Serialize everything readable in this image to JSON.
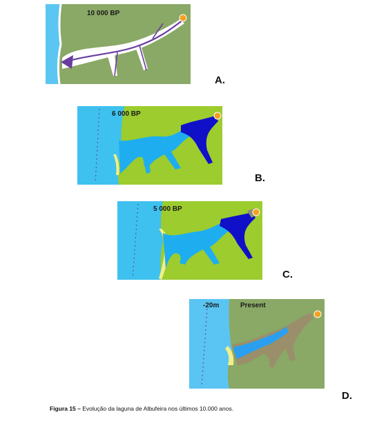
{
  "panels": [
    {
      "id": "A",
      "label": "10 000 BP",
      "letter": "A."
    },
    {
      "id": "B",
      "label": "6 000 BP",
      "letter": "B."
    },
    {
      "id": "C",
      "label": "5 000 BP",
      "letter": "C."
    },
    {
      "id": "D",
      "label": "Present",
      "depth_label": "-20m",
      "letter": "D."
    }
  ],
  "caption": {
    "prefix": "Figura 15 –",
    "text": "Evolução da laguna de Albufeira nos últimos 10.000 anos."
  },
  "colors": {
    "land_dark": "#8aa866",
    "land_bright": "#9ccc2e",
    "sea": "#3ec1ef",
    "sea_present": "#5ac5f2",
    "lagoon": "#1eaef0",
    "lagoon_deep": "#1010c8",
    "arrow": "#6a3ea1",
    "sand": "#f2ef8a",
    "point": "#f4a020"
  }
}
